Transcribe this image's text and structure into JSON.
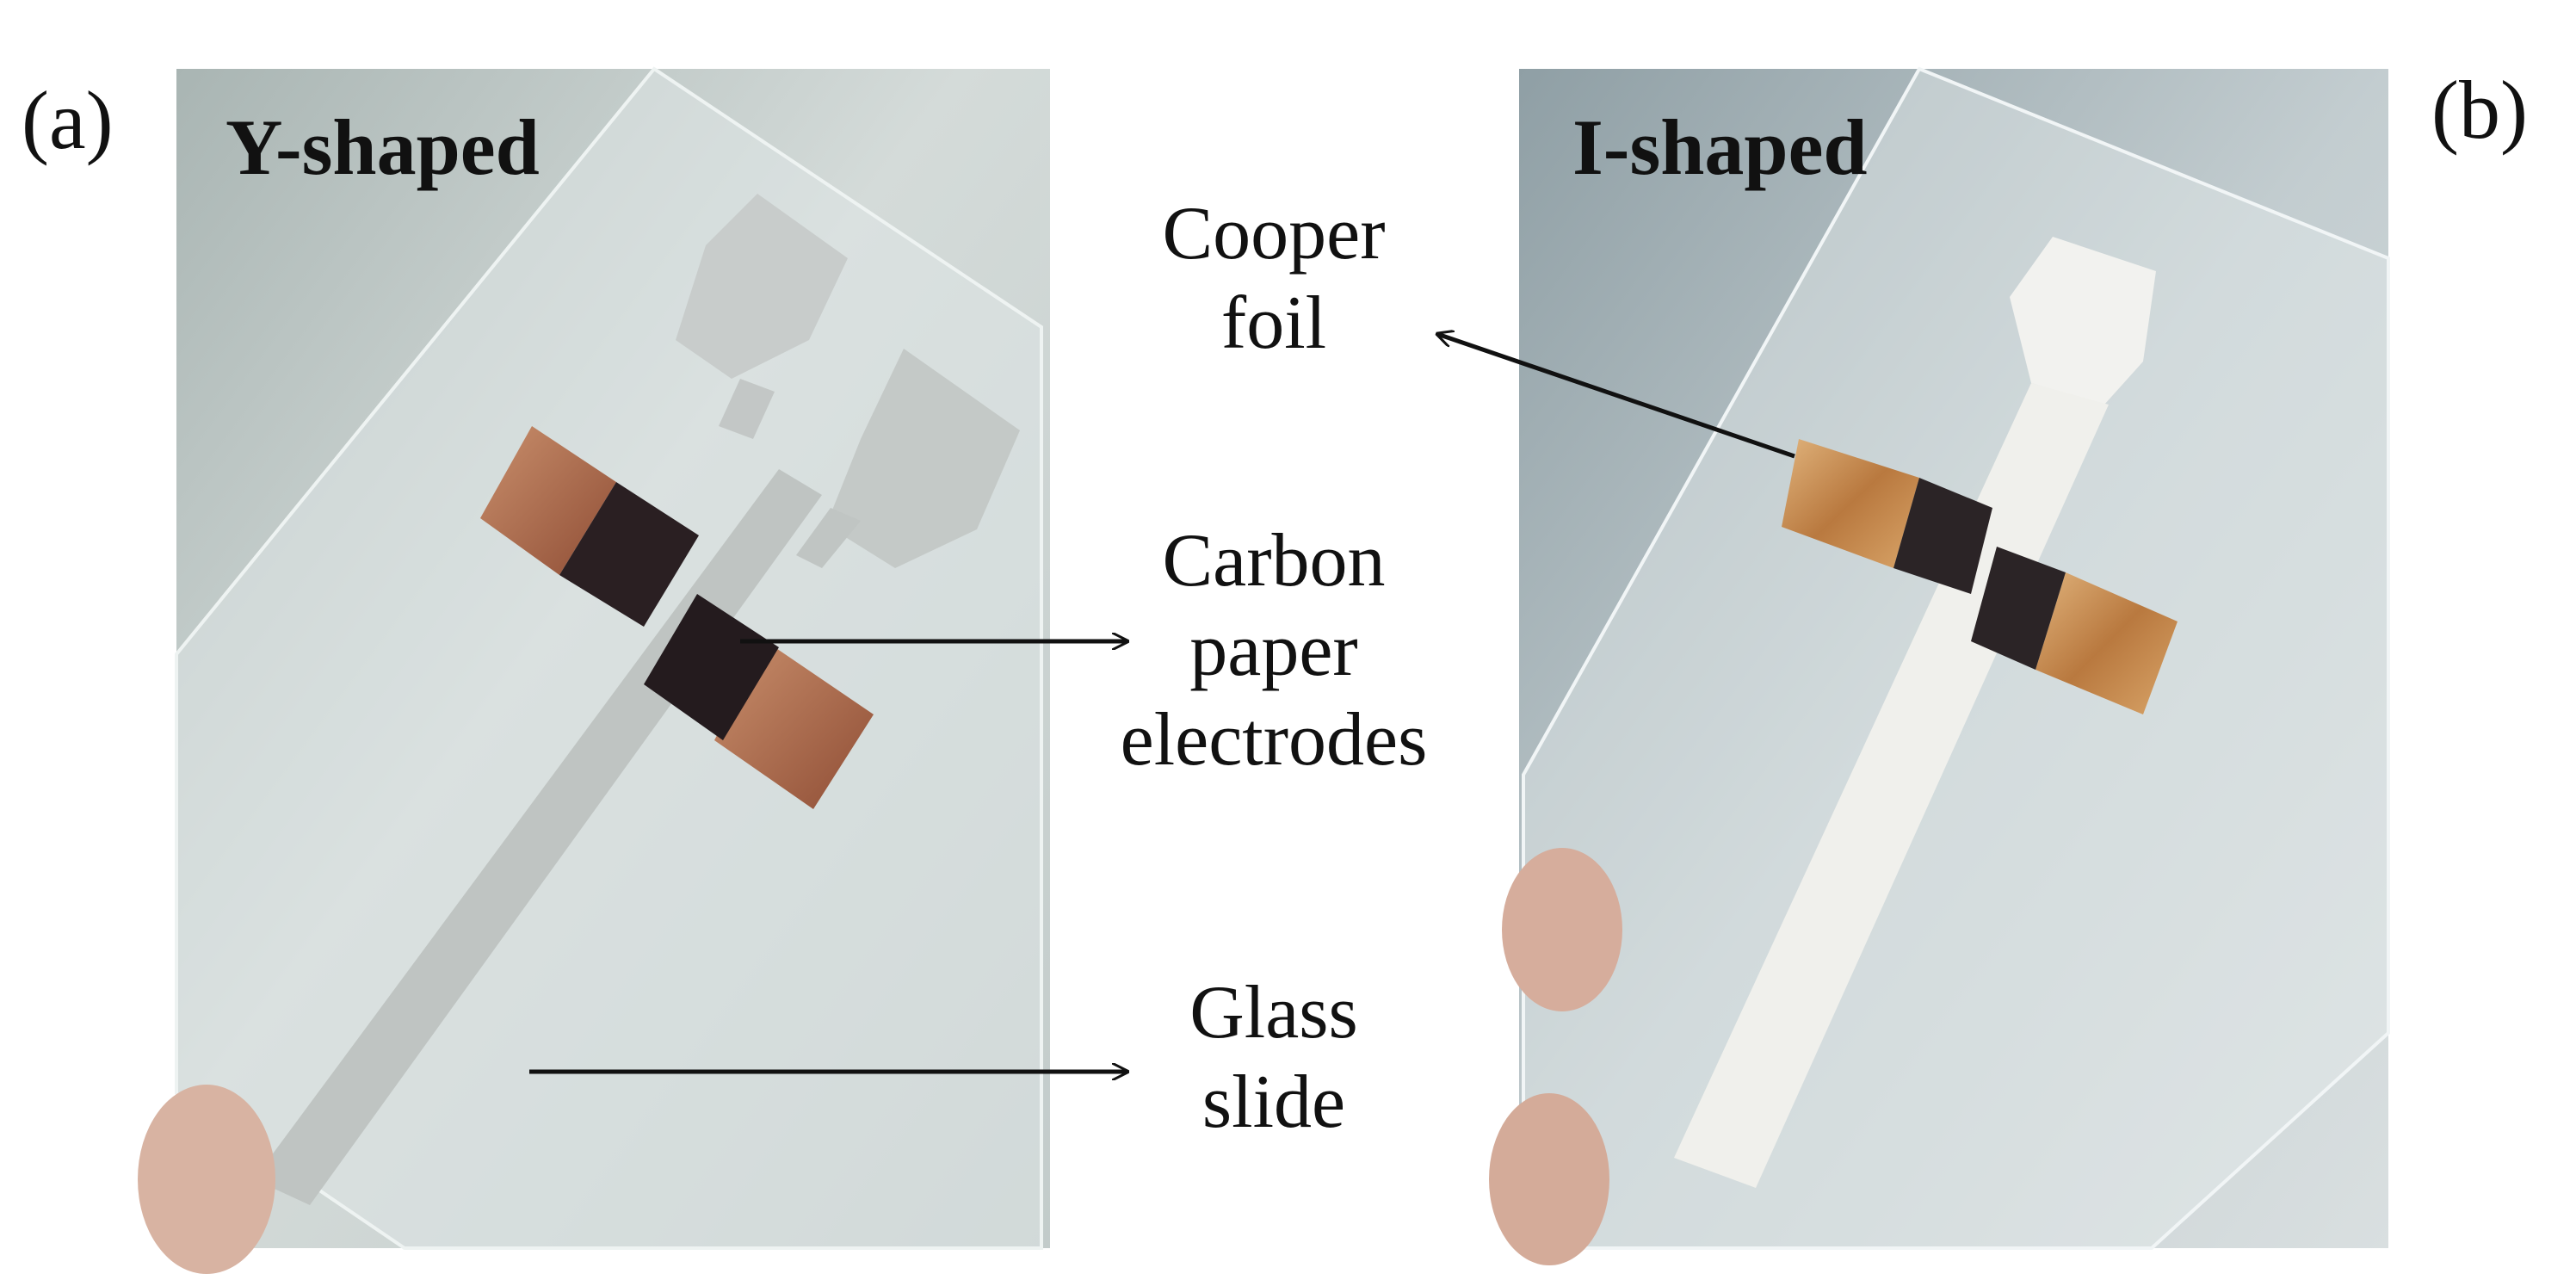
{
  "figure": {
    "panel_a": {
      "label": "(a)",
      "title": "Y-shaped"
    },
    "panel_b": {
      "label": "(b)",
      "title": "I-shaped"
    },
    "annotations": {
      "copper_foil": [
        "Cooper",
        "foil"
      ],
      "carbon_paper_electrodes": [
        "Carbon",
        "paper",
        "electrodes"
      ],
      "glass_slide": [
        "Glass",
        "slide"
      ]
    }
  },
  "colors": {
    "text": "#111111",
    "background": "#ffffff",
    "copper": "#b9764a",
    "carbon": "#2a1f22",
    "paper": "#e8e8e4",
    "photo_a_bg": "#c9d1cf",
    "photo_b_bg": "#b8c4c8"
  }
}
